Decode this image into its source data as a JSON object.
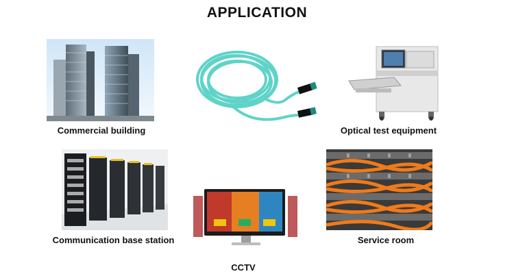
{
  "title": "APPLICATION",
  "items": [
    {
      "caption": "Commercial building",
      "icon": "buildings-photo"
    },
    {
      "caption": "Optical test equipment",
      "icon": "test-machine-photo"
    },
    {
      "caption": "Communication base station",
      "icon": "server-racks-photo"
    },
    {
      "caption": "Service room",
      "icon": "patch-panel-photo"
    },
    {
      "caption": "CCTV",
      "icon": "monitor-photo"
    }
  ],
  "product": {
    "icon": "aqua-fiber-cable-photo",
    "color": "#5fd3c8"
  }
}
